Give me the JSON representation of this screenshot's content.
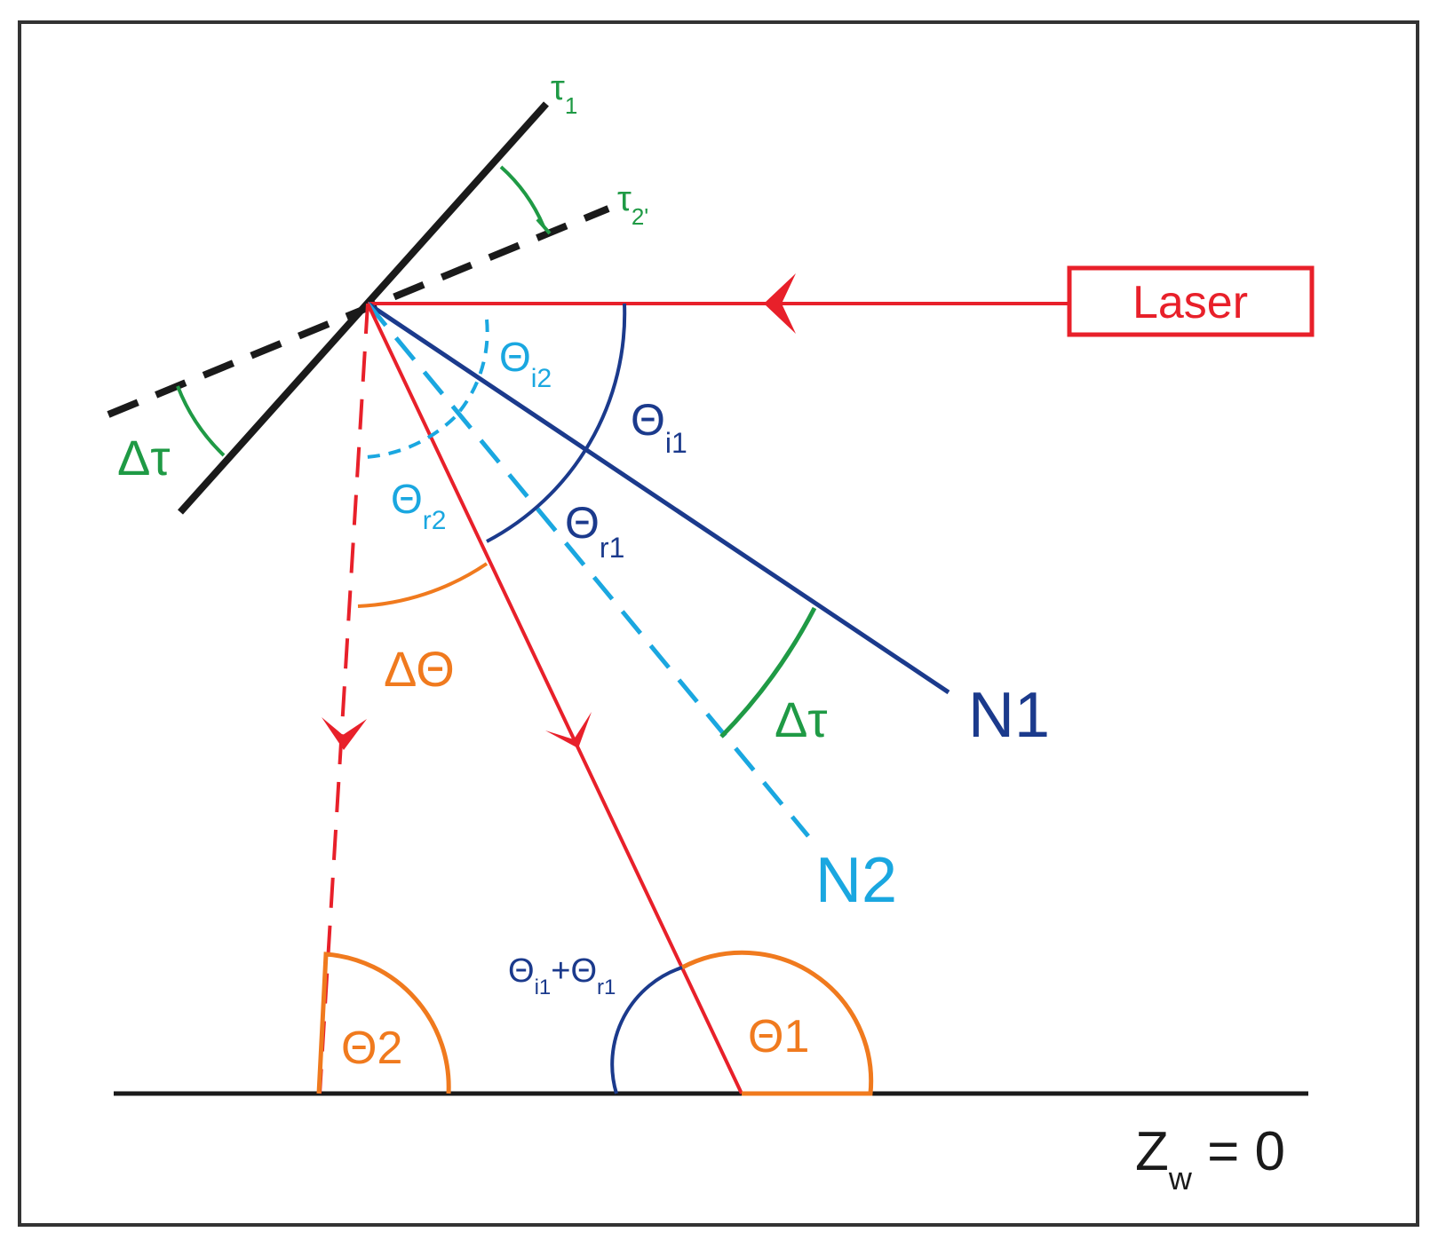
{
  "colors": {
    "black": "#1a1a1a",
    "red": "#e8202a",
    "navy": "#1b3a8c",
    "cyan": "#1aa7e0",
    "green": "#1f9a45",
    "orange": "#f07a1e"
  },
  "labels": {
    "tau1_base": "τ",
    "tau1_sub": "1",
    "tau2_base": "τ",
    "tau2_sub": "2'",
    "delta_tau_left": "Δτ",
    "delta_tau_right": "Δτ",
    "laser": "Laser",
    "theta_i2_base": "Θ",
    "theta_i2_sub": "i2",
    "theta_i1_base": "Θ",
    "theta_i1_sub": "i1",
    "theta_r2_base": "Θ",
    "theta_r2_sub": "r2",
    "theta_r1_base": "Θ",
    "theta_r1_sub": "r1",
    "delta_theta": "ΔΘ",
    "n1": "N1",
    "n2": "N2",
    "sum_a_base": "Θ",
    "sum_a_sub": "i1",
    "sum_plus": "+Θ",
    "sum_b_sub": "r1",
    "theta1": "Θ1",
    "theta2": "Θ2",
    "zw_base": "Z",
    "zw_sub": "w",
    "zw_rest": " = 0"
  }
}
